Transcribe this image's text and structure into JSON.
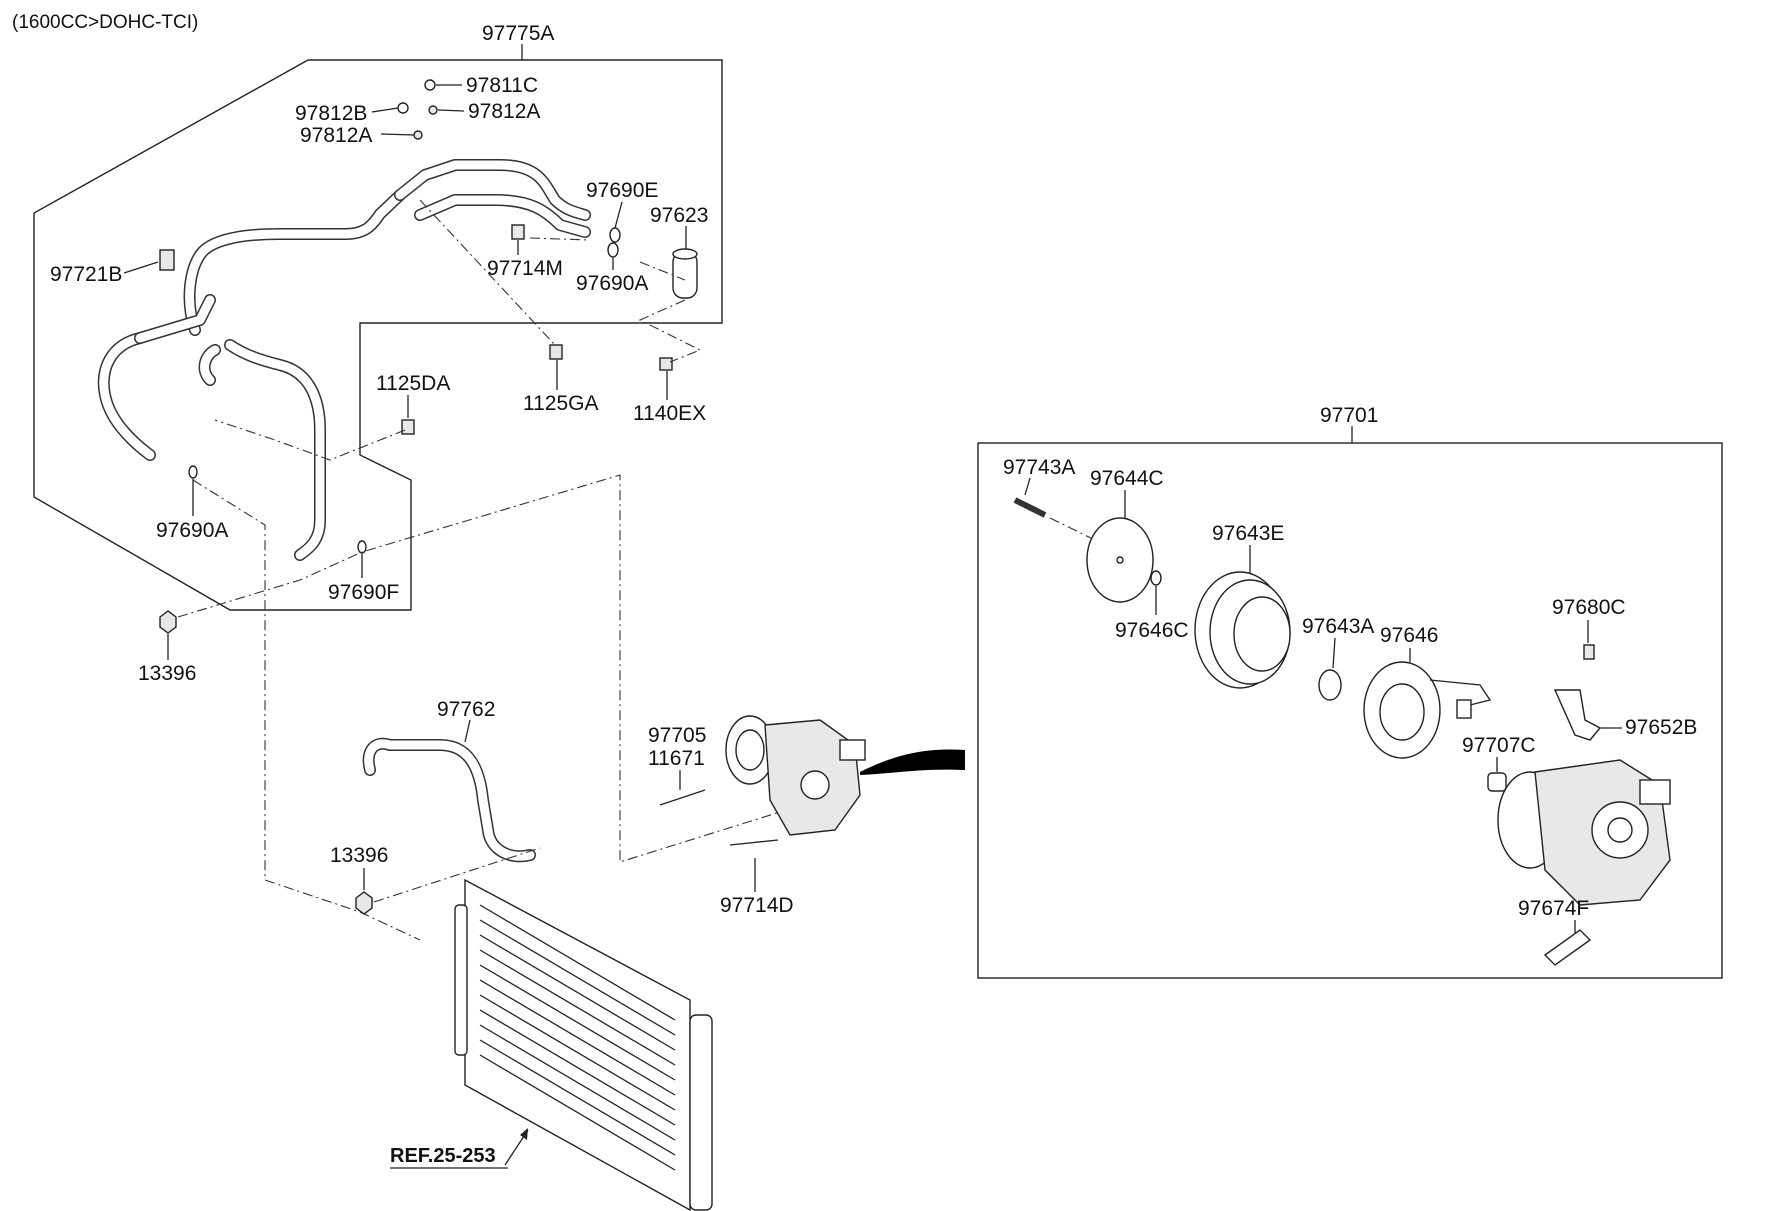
{
  "header": {
    "engine_note": "(1600CC>DOHC-TCI)"
  },
  "hose_assembly": {
    "group_label": "97775A",
    "labels": {
      "p97811C": "97811C",
      "p97812B": "97812B",
      "p97812A_top": "97812A",
      "p97812A_left": "97812A",
      "p97690E": "97690E",
      "p97623": "97623",
      "p97721B": "97721B",
      "p97714M": "97714M",
      "p97690A_top": "97690A",
      "p1125GA": "1125GA",
      "p1140EX": "1140EX",
      "p1125DA": "1125DA",
      "p97690A_left": "97690A",
      "p97690F": "97690F",
      "p13396_top": "13396"
    }
  },
  "lower_section": {
    "labels": {
      "p97762": "97762",
      "p97705": "97705",
      "p11671": "11671",
      "p13396_low": "13396",
      "p97714D": "97714D"
    },
    "reference": "REF.25-253"
  },
  "compressor_assembly": {
    "group_label": "97701",
    "labels": {
      "p97743A": "97743A",
      "p97644C": "97644C",
      "p97643E": "97643E",
      "p97646C": "97646C",
      "p97643A": "97643A",
      "p97646": "97646",
      "p97680C": "97680C",
      "p97652B": "97652B",
      "p97707C": "97707C",
      "p97674F": "97674F"
    }
  }
}
